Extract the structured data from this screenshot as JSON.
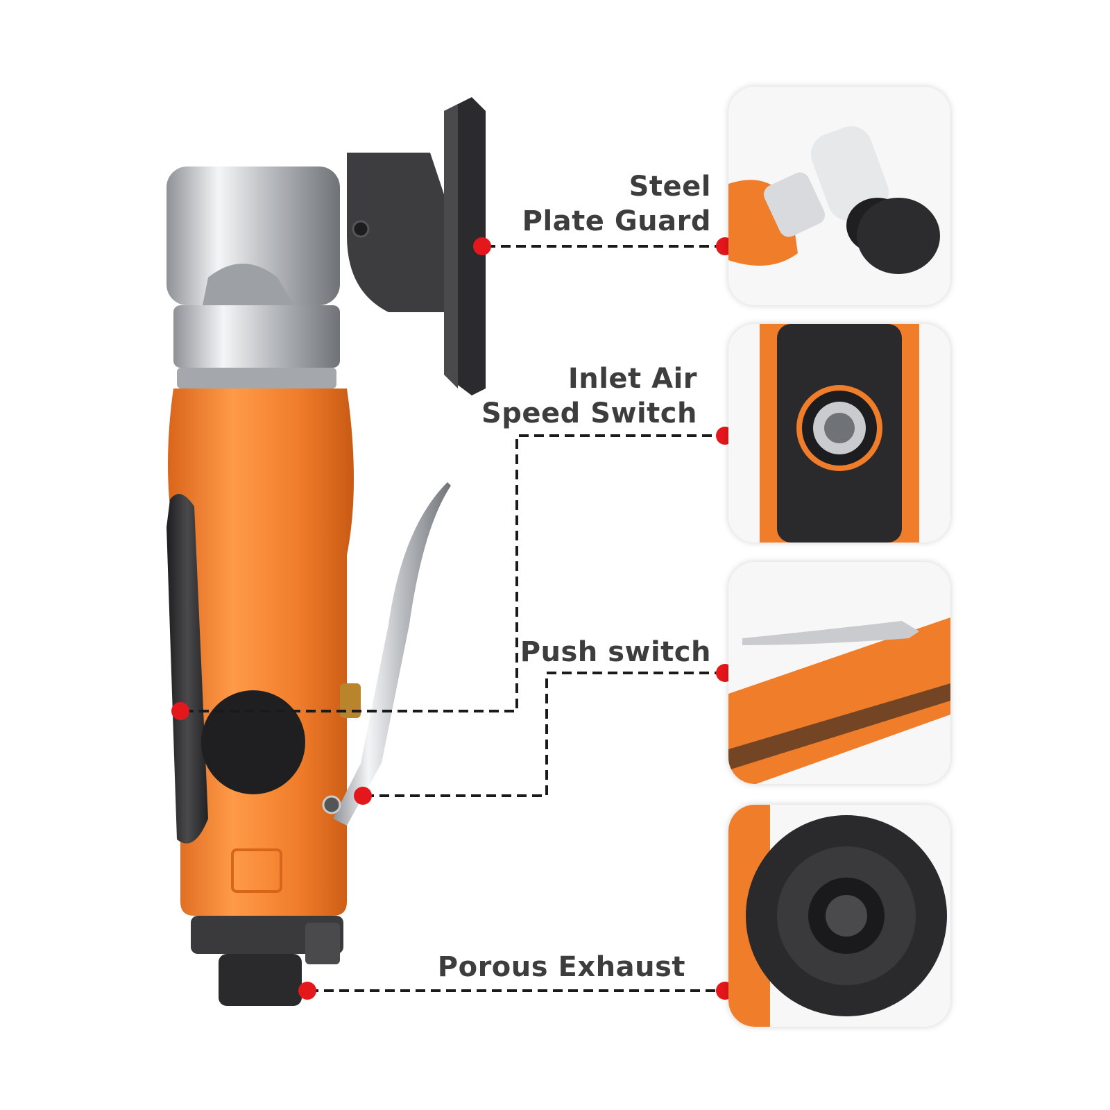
{
  "callouts": {
    "steel_plate_guard": {
      "line1": "Steel",
      "line2": "Plate Guard"
    },
    "inlet_air_speed_switch": {
      "line1": "Inlet Air",
      "line2": "Speed Switch"
    },
    "push_switch": {
      "line1": "Push switch"
    },
    "porous_exhaust": {
      "line1": "Porous Exhaust"
    }
  },
  "colors": {
    "tool_body": "#f07d2a",
    "marker": "#e3171c",
    "grip": "#2e2e30",
    "chrome": "#c9cbce",
    "label_text": "#3d3d3d"
  },
  "icons": [
    "marker-dot-icon",
    "dashed-leader-line-icon"
  ]
}
